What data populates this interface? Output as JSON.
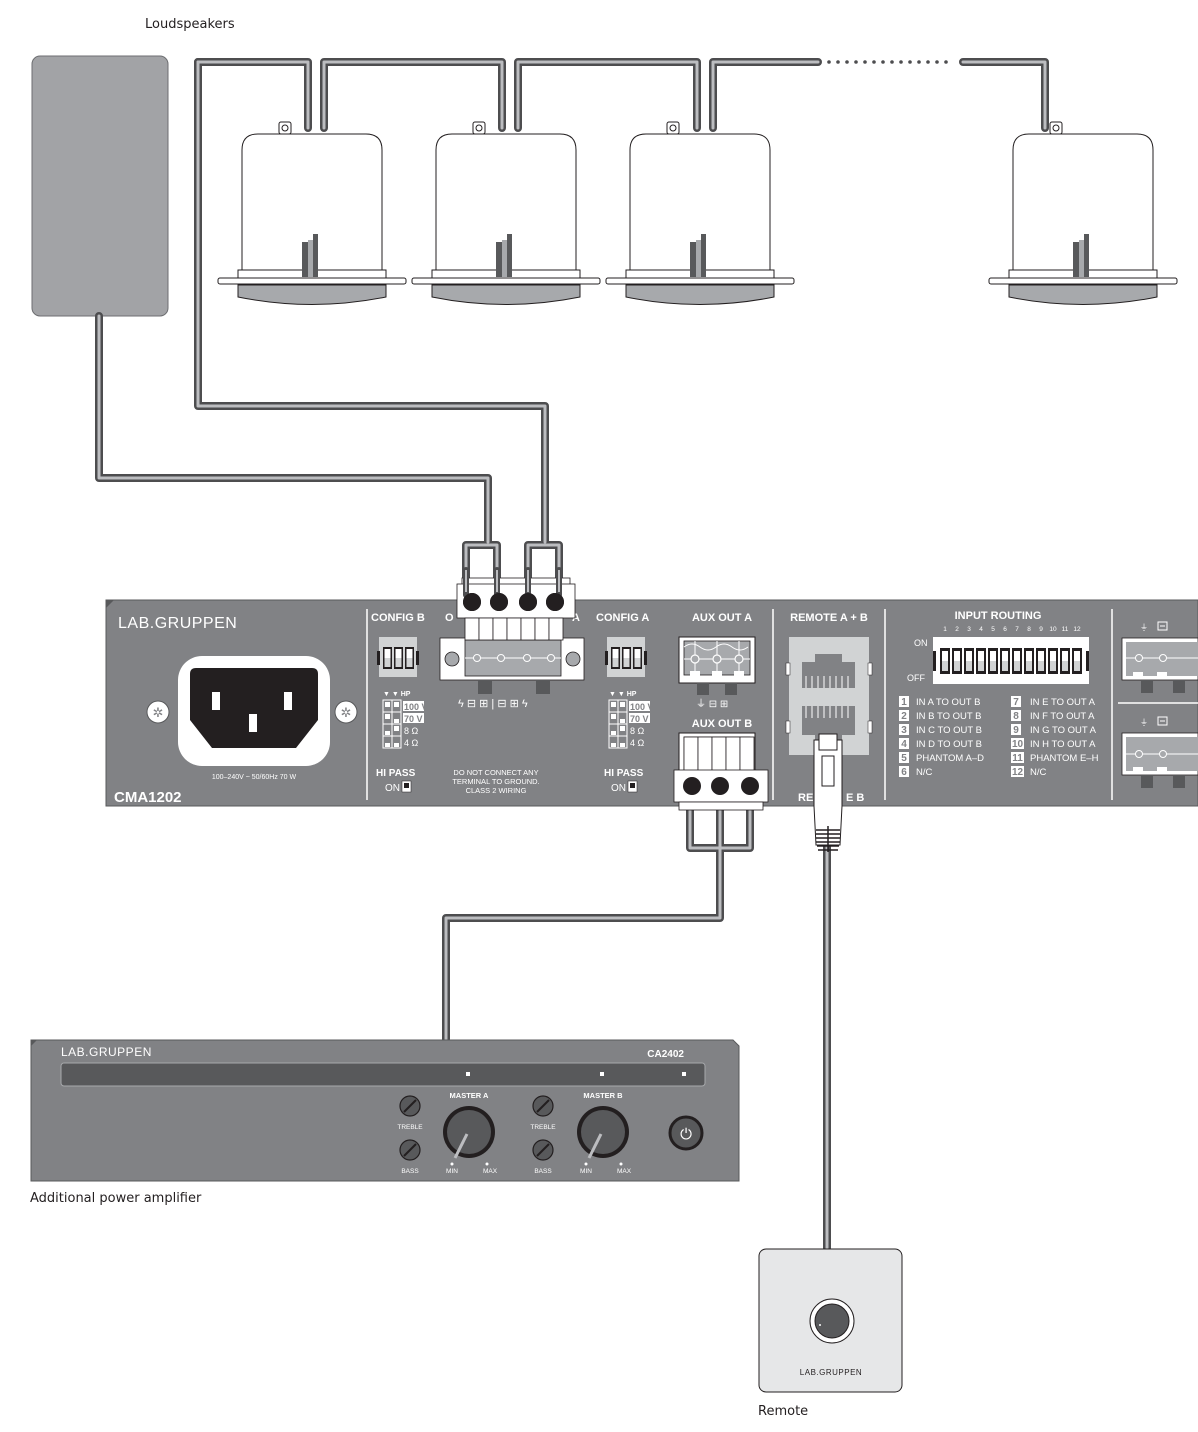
{
  "captions": {
    "loudspeakers": "Loudspeakers",
    "additional_amp": "Additional power amplifier",
    "remote": "Remote"
  },
  "colors": {
    "panel": "#818285",
    "panel_dark": "#58595b",
    "cable_outer": "#4d4d4f",
    "cable_inner": "#bcbdc0",
    "speaker_grille": "#a7a9ac",
    "wall_box": "#a2a3a6",
    "remote_plate": "#e6e7e8"
  },
  "cma1202": {
    "brand": "LAB.GRUPPEN",
    "model": "CMA1202",
    "power_rating": "100–240V ~ 50/60Hz 70 W",
    "config_b": "CONFIG B",
    "config_a": "CONFIG A",
    "output_b_label_visible": "O",
    "output_a_label_visible": "A",
    "hp_label": "▼ ▼  HP",
    "impedance_options": [
      "100 V",
      "70 V",
      "8 Ω",
      "4 Ω"
    ],
    "hi_pass": "HI PASS",
    "hi_pass_on": "ON",
    "warning_lines": [
      "DO NOT CONNECT ANY",
      "TERMINAL TO GROUND.",
      "CLASS 2 WIRING"
    ],
    "aux_out_a": "AUX OUT A",
    "aux_out_b": "AUX OUT B",
    "remote_ab": "REMOTE A + B",
    "remote_b_visible": [
      "RE",
      "E B"
    ],
    "input_routing": "INPUT ROUTING",
    "dip_numbers": [
      "1",
      "2",
      "3",
      "4",
      "5",
      "6",
      "7",
      "8",
      "9",
      "10",
      "11",
      "12"
    ],
    "dip_on": "ON",
    "dip_off": "OFF",
    "routing_left": [
      {
        "n": "1",
        "text": "IN A TO OUT B"
      },
      {
        "n": "2",
        "text": "IN B TO OUT B"
      },
      {
        "n": "3",
        "text": "IN C TO OUT B"
      },
      {
        "n": "4",
        "text": "IN D TO OUT B"
      },
      {
        "n": "5",
        "text": "PHANTOM A–D"
      },
      {
        "n": "6",
        "text": "N/C"
      }
    ],
    "routing_right": [
      {
        "n": "7",
        "text": "IN E TO OUT A"
      },
      {
        "n": "8",
        "text": "IN F TO OUT A"
      },
      {
        "n": "9",
        "text": "IN G TO OUT A"
      },
      {
        "n": "10",
        "text": "IN H TO OUT A"
      },
      {
        "n": "11",
        "text": "PHANTOM E–H"
      },
      {
        "n": "12",
        "text": "N/C"
      }
    ]
  },
  "ca2402": {
    "brand": "LAB.GRUPPEN",
    "model": "CA2402",
    "treble": "TREBLE",
    "bass": "BASS",
    "master_a": "MASTER A",
    "master_b": "MASTER B",
    "min": "MIN",
    "max": "MAX"
  },
  "remote_unit": {
    "brand": "LAB.GRUPPEN"
  },
  "icons": {
    "power": "⏻"
  }
}
